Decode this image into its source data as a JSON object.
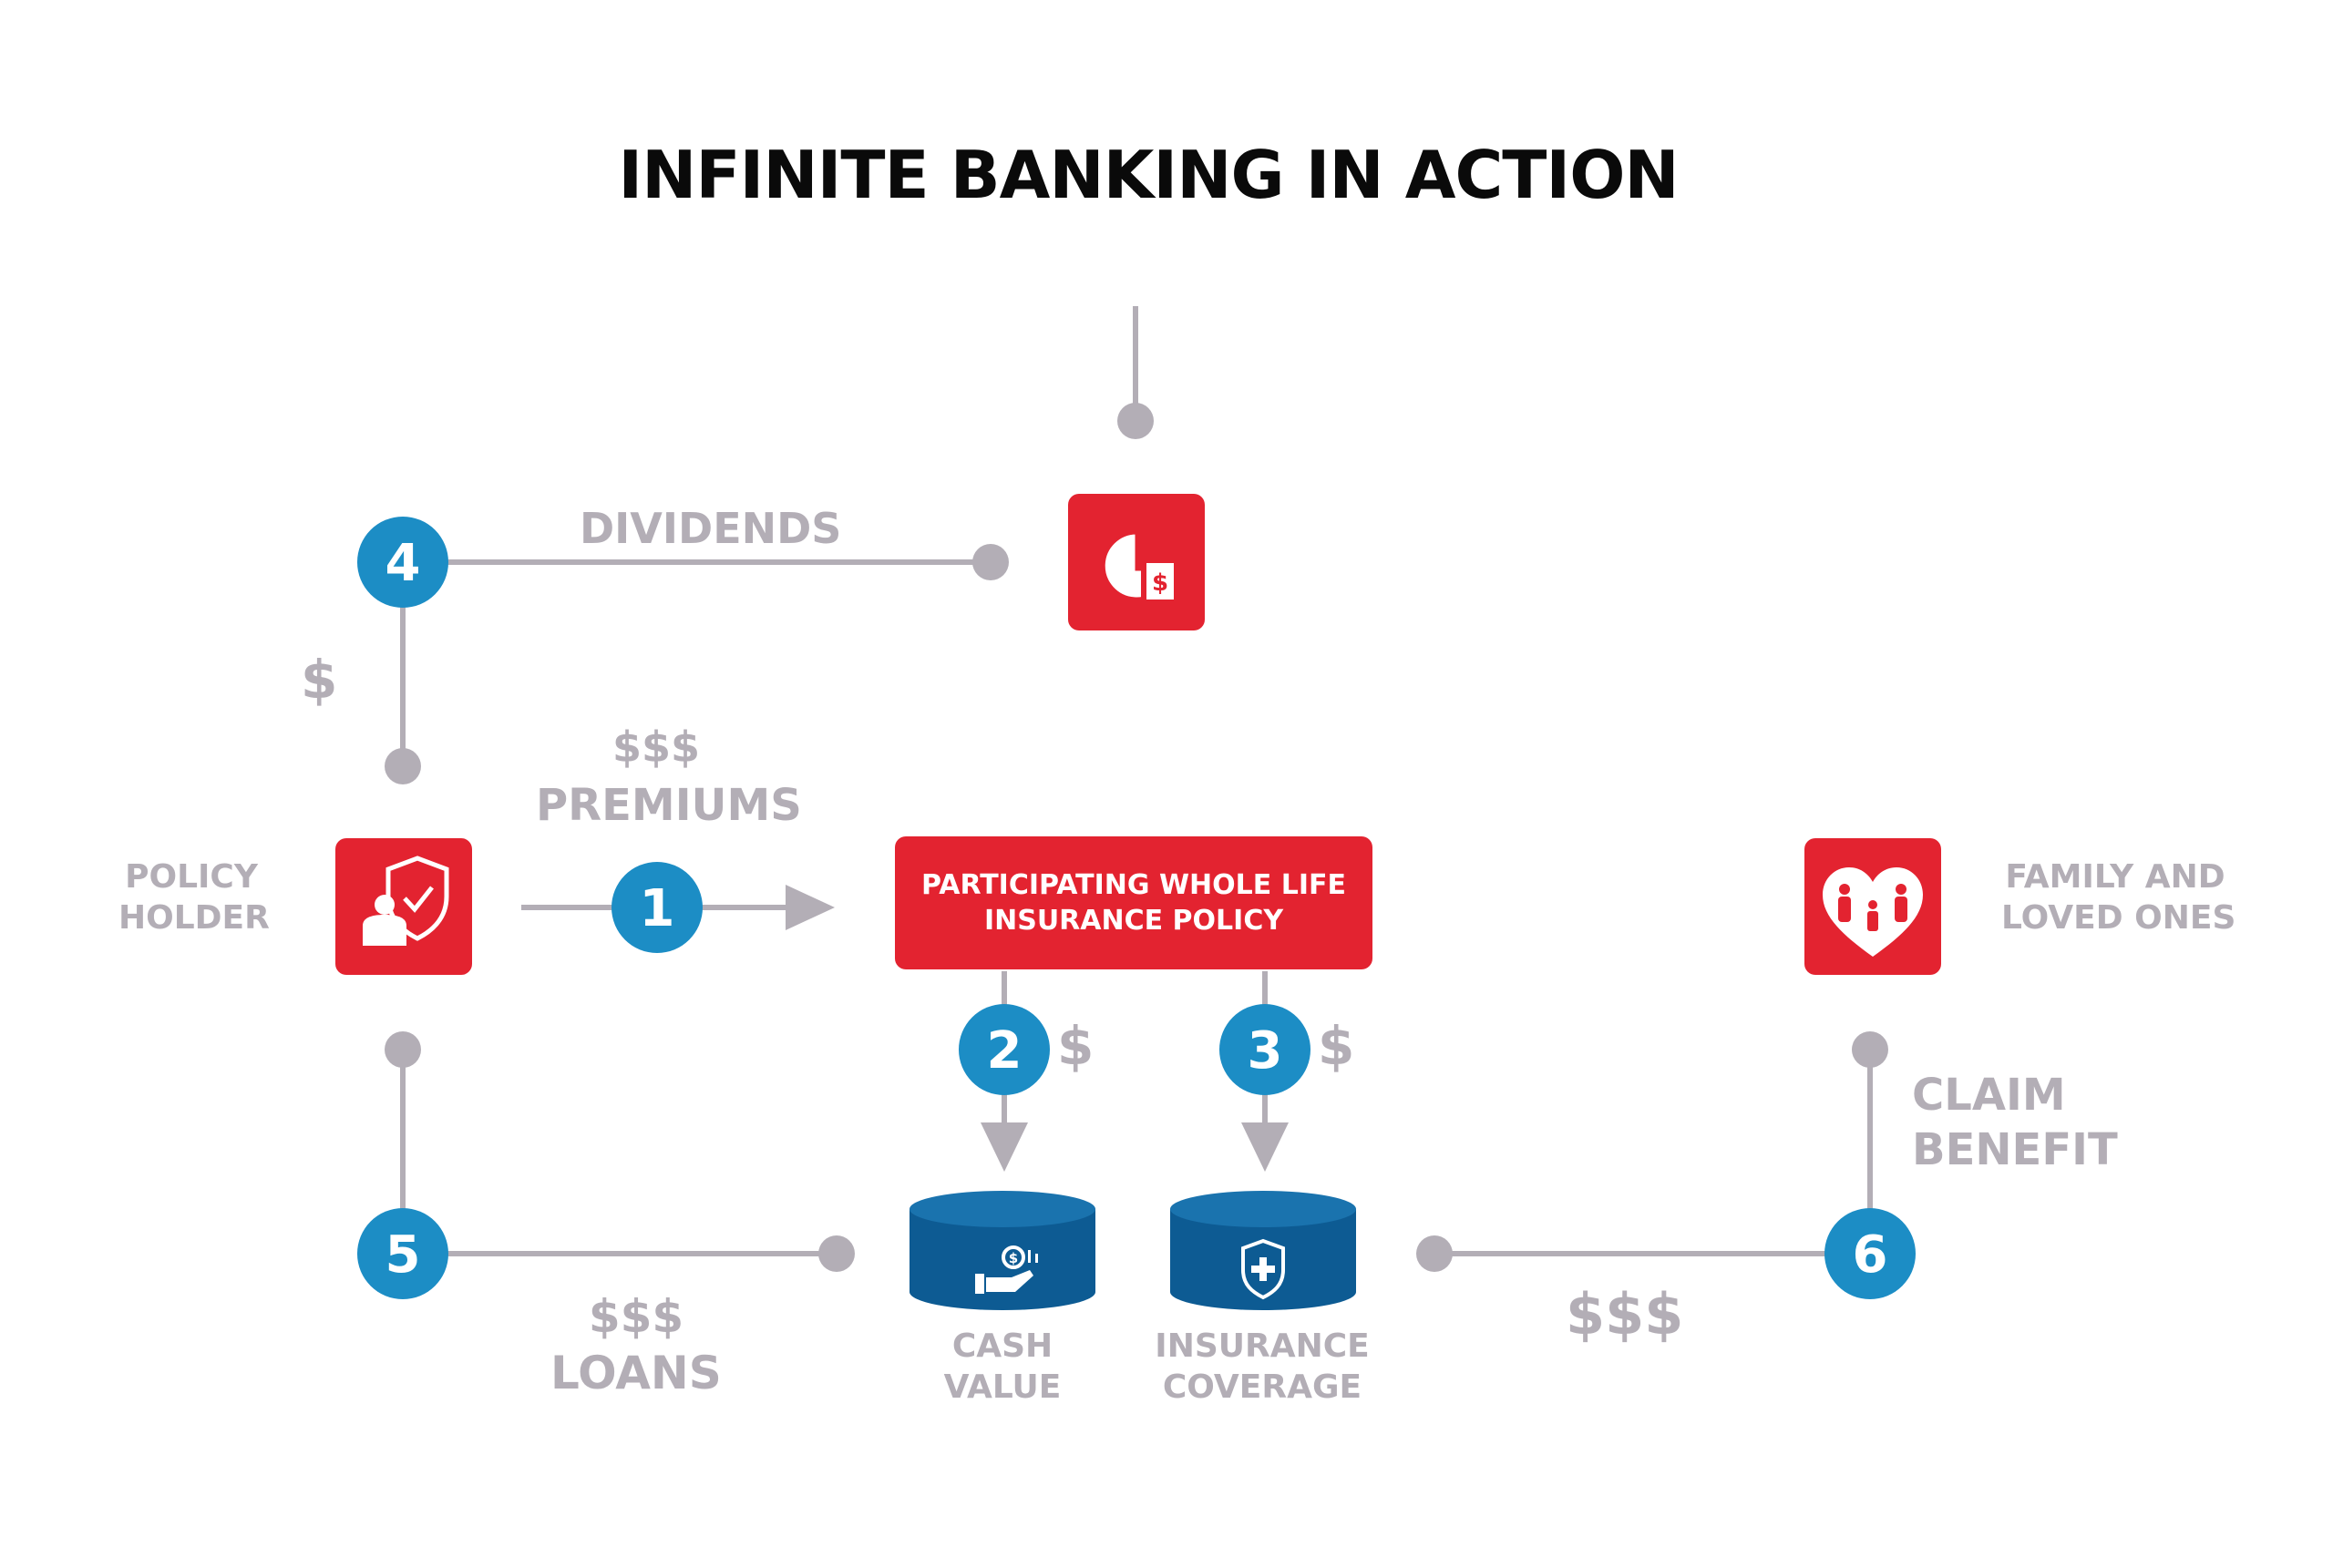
{
  "title": "INFINITE BANKING IN ACTION",
  "colors": {
    "red": "#e32330",
    "blue": "#1c8dc5",
    "gray": "#b3aeb6",
    "navy": "#0d5b93"
  },
  "policy": {
    "line1": "PARTICIPATING WHOLE LIFE",
    "line2": "INSURANCE POLICY"
  },
  "labels": {
    "dividends": "DIVIDENDS",
    "dividend_dollar": "$",
    "premiums_dollars": "$$$",
    "premiums": "PREMIUMS",
    "policy_holder": [
      "POLICY",
      "HOLDER"
    ],
    "family": [
      "FAMILY AND",
      "LOVED ONES"
    ],
    "cash_value": [
      "CASH",
      "VALUE"
    ],
    "insurance_coverage": [
      "INSURANCE",
      "COVERAGE"
    ],
    "step2_dollar": "$",
    "step3_dollar": "$",
    "loans_dollars": "$$$",
    "loans": "LOANS",
    "claim": [
      "CLAIM",
      "BENEFIT"
    ],
    "claim_dollars": "$$$"
  },
  "steps": [
    "1",
    "2",
    "3",
    "4",
    "5",
    "6"
  ],
  "icons": {
    "dividend": "pie-chart-dollar-icon",
    "holder": "person-shield-icon",
    "family": "family-heart-icon",
    "cash": "hand-coins-icon",
    "coverage": "shield-cross-icon"
  }
}
